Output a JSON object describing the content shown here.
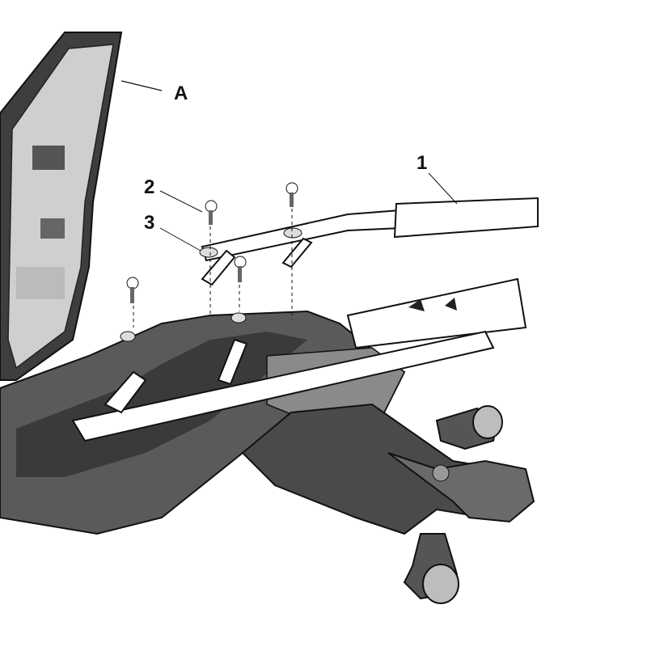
{
  "diagram": {
    "type": "exploded-assembly",
    "subject": "motorcycle rear rack mounting",
    "callouts": [
      {
        "id": "A",
        "label": "A",
        "target": "seat"
      },
      {
        "id": "1",
        "label": "1",
        "target": "rack-bracket"
      },
      {
        "id": "2",
        "label": "2",
        "target": "screw"
      },
      {
        "id": "3",
        "label": "3",
        "target": "washer"
      }
    ],
    "colors": {
      "line": "#111111",
      "body_dark": "#4a4a4a",
      "body_mid": "#7a7a7a",
      "light": "#d9d9d9",
      "background": "#ffffff"
    }
  }
}
